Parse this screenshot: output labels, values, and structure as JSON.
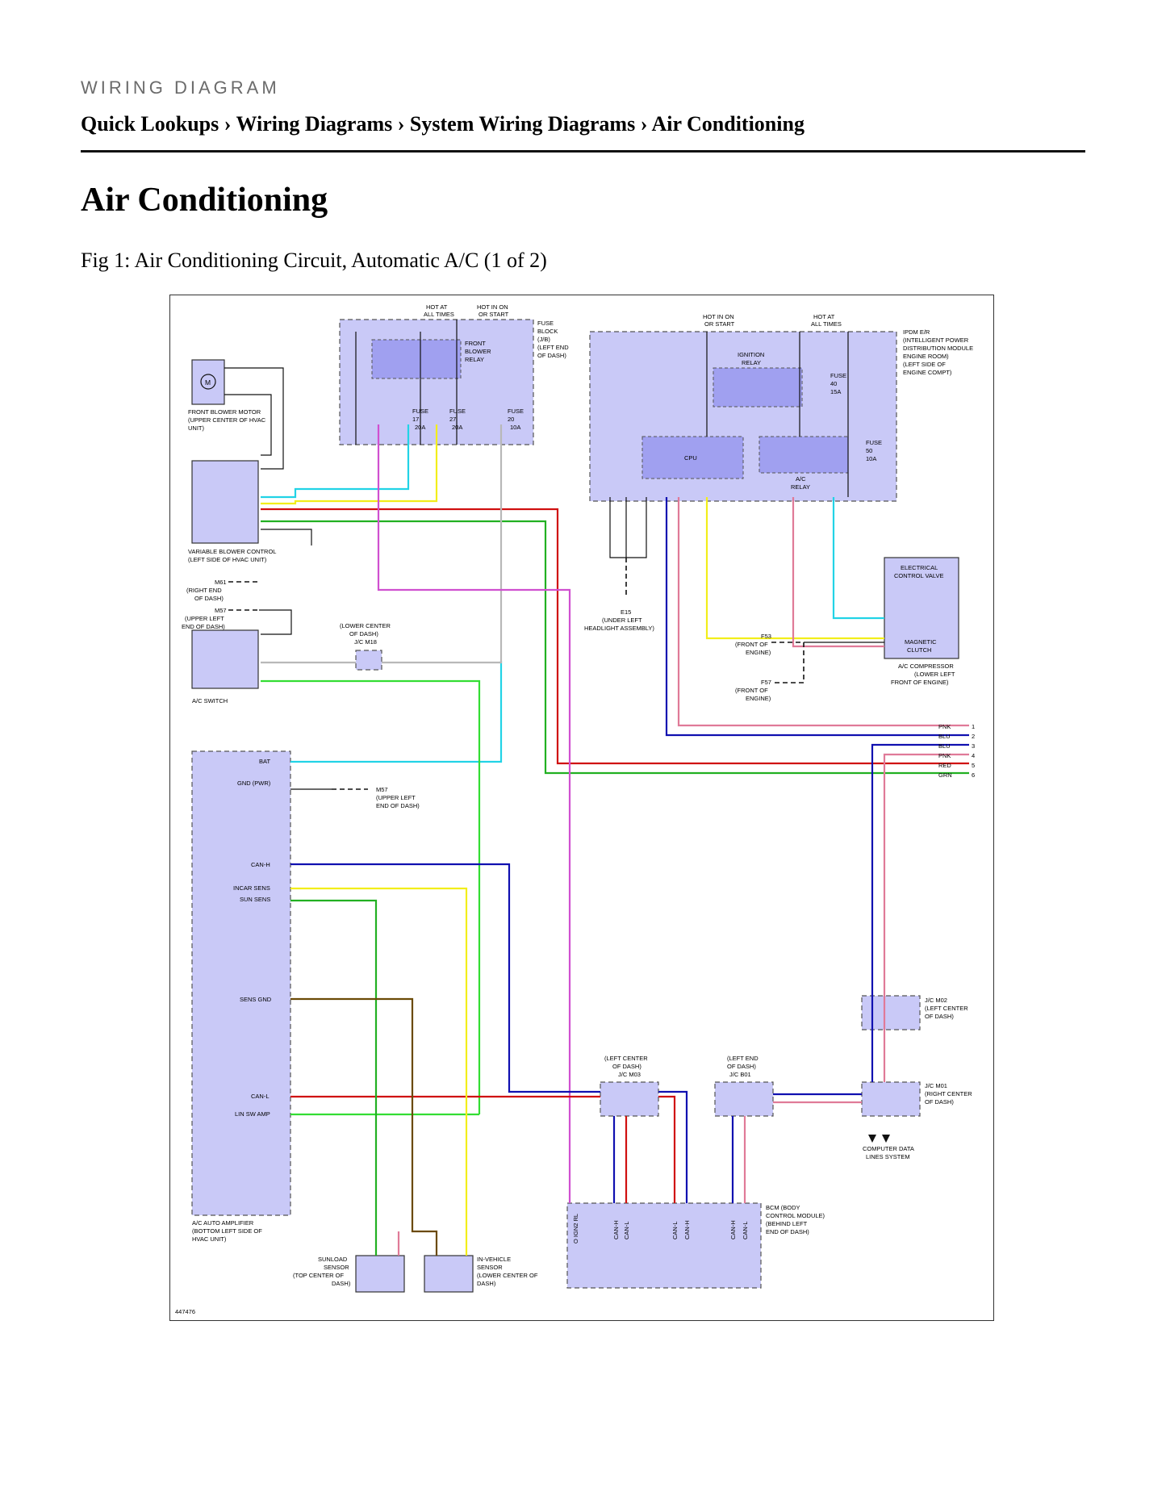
{
  "header": {
    "eyebrow": "WIRING DIAGRAM",
    "breadcrumb": [
      "Quick Lookups",
      "Wiring Diagrams",
      "System Wiring Diagrams",
      "Air Conditioning"
    ],
    "separator": "›"
  },
  "page_title": "Air Conditioning",
  "figure": {
    "caption": "Fig 1: Air Conditioning Circuit, Automatic A/C (1 of 2)",
    "figure_number": "447476",
    "wire_colors": {
      "LT BLU": "#22d3e6",
      "YEL": "#f2ee1a",
      "RED": "#d01010",
      "GRN": "#22b022",
      "BLU": "#1010b0",
      "PNK": "#e07a98",
      "BRN": "#6b4a06",
      "GRY": "#b8b8b8",
      "PPL/WHT": "#d050d0",
      "WHT": "#bdbdbd",
      "BLK": "#111111",
      "LT GRN": "#33dd33"
    },
    "components": {
      "fuse_block": [
        "FUSE",
        "BLOCK",
        "(J/B)",
        "(LEFT END",
        "OF DASH)"
      ],
      "hot_at_all_times": [
        "HOT AT",
        "ALL TIMES"
      ],
      "hot_in_on": [
        "HOT IN ON",
        "OR START"
      ],
      "front_blower_relay": [
        "FRONT",
        "BLOWER",
        "RELAY"
      ],
      "fuse17": [
        "FUSE",
        "17",
        "20A"
      ],
      "fuse27": [
        "FUSE",
        "27",
        "20A"
      ],
      "fuse20": [
        "FUSE",
        "20",
        "10A"
      ],
      "ipdm": [
        "IPDM E/R",
        "(INTELLIGENT POWER",
        "DISTRIBUTION MODULE",
        "ENGINE ROOM)",
        "(LEFT SIDE OF",
        "ENGINE COMPT)"
      ],
      "ignition_relay": [
        "IGNITION",
        "RELAY"
      ],
      "fuse40": [
        "FUSE",
        "40",
        "15A"
      ],
      "fuse50": [
        "FUSE",
        "50",
        "10A"
      ],
      "cpu": "CPU",
      "ac_relay": [
        "A/C",
        "RELAY"
      ],
      "front_blower_motor": [
        "FRONT BLOWER MOTOR",
        "(UPPER CENTER OF HVAC",
        "UNIT)"
      ],
      "variable_blower": [
        "VARIABLE BLOWER CONTROL",
        "(LEFT SIDE OF HVAC UNIT)"
      ],
      "m61": [
        "M61",
        "(RIGHT END",
        "OF DASH)"
      ],
      "m57": [
        "M57",
        "(UPPER LEFT",
        "END OF DASH)"
      ],
      "jc_m18": [
        "(LOWER CENTER",
        "OF DASH)",
        "J/C M18"
      ],
      "ac_switch": "A/C SWITCH",
      "e15": [
        "E15",
        "(UNDER LEFT",
        "HEADLIGHT ASSEMBLY)"
      ],
      "ecv": [
        "ELECTRICAL",
        "CONTROL VALVE"
      ],
      "magnetic_clutch": [
        "MAGNETIC",
        "CLUTCH"
      ],
      "ac_compressor": [
        "A/C COMPRESSOR",
        "(LOWER LEFT",
        "FRONT OF ENGINE)"
      ],
      "f53": [
        "F53",
        "(FRONT OF",
        "ENGINE)"
      ],
      "f57": [
        "F57",
        "(FRONT OF",
        "ENGINE)"
      ],
      "m57b": [
        "M57",
        "(UPPER LEFT",
        "END OF DASH)"
      ],
      "amp": [
        "A/C AUTO AMPLIFIER",
        "(BOTTOM LEFT SIDE OF",
        "HVAC UNIT)"
      ],
      "amp_pins": {
        "BAT": "BAT",
        "GND": "GND (PWR)",
        "CANH": "CAN-H",
        "INCAR": "INCAR SENS",
        "SUN": "SUN SENS",
        "SENSGND": "SENS GND",
        "CANL": "CAN-L",
        "LIN": "LIN SW AMP"
      },
      "jc_m03": [
        "(LEFT CENTER",
        "OF DASH)",
        "J/C M03"
      ],
      "jc_b01": [
        "(LEFT END",
        "OF DASH)",
        "J/C B01"
      ],
      "jc_m02": [
        "J/C M02",
        "(LEFT CENTER",
        "OF DASH)"
      ],
      "jc_m01": [
        "J/C M01",
        "(RIGHT CENTER",
        "OF DASH)"
      ],
      "cdl": [
        "COMPUTER DATA",
        "LINES SYSTEM"
      ],
      "bcm": [
        "BCM (BODY",
        "CONTROL MODULE)",
        "(BEHIND LEFT",
        "END OF DASH)"
      ],
      "bcm_pins": [
        "O IGN2 RL",
        "CAN-H",
        "CAN-L",
        "CAN-L",
        "CAN-H",
        "CAN-H",
        "CAN-L"
      ],
      "sunload": [
        "SUNLOAD",
        "SENSOR",
        "(TOP CENTER OF",
        "DASH)"
      ],
      "invehicle": [
        "IN-VEHICLE",
        "SENSOR",
        "(LOWER CENTER OF",
        "DASH)"
      ]
    },
    "right_edge_pins": [
      {
        "color": "PNK",
        "pin": "1"
      },
      {
        "color": "BLU",
        "pin": "2"
      },
      {
        "color": "BLU",
        "pin": "3"
      },
      {
        "color": "PNK",
        "pin": "4"
      },
      {
        "color": "RED",
        "pin": "5"
      },
      {
        "color": "GRN",
        "pin": "6"
      }
    ]
  }
}
